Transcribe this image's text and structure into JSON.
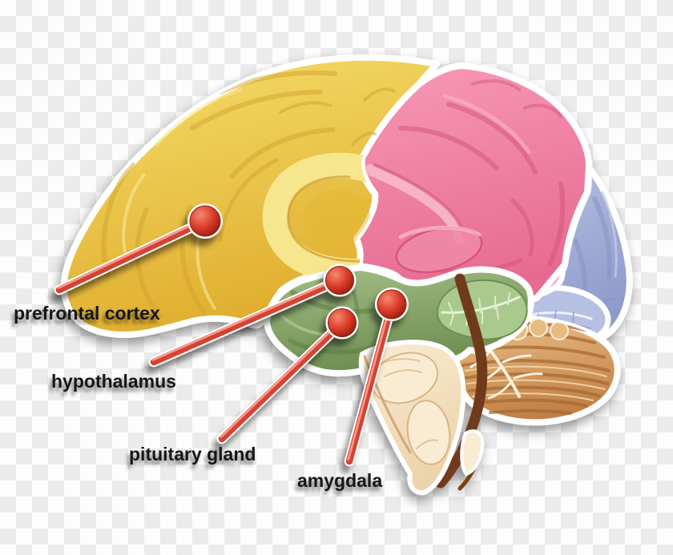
{
  "figure": {
    "type": "anatomical-diagram",
    "subject": "Human brain, midsagittal section, color-coded regions with callout markers"
  },
  "labels": {
    "prefrontal_cortex": "prefrontal cortex",
    "hypothalamus": "hypothalamus",
    "pituitary_gland": "pituitary gland",
    "amygdala": "amygdala"
  },
  "regions": [
    {
      "name": "prefrontal-cortex-region",
      "color_light": "#f5dd6b",
      "color_dark": "#e0ae2e"
    },
    {
      "name": "parietal-limbic-region",
      "color_light": "#f79ab6",
      "color_dark": "#e76b92"
    },
    {
      "name": "occipital-region",
      "color_light": "#b6c0e2",
      "color_dark": "#8e9aca"
    },
    {
      "name": "hypothalamus-midbrain-region",
      "color_light": "#a3bf85",
      "color_dark": "#6d8d51",
      "color_leaf": "#a9c98e"
    },
    {
      "name": "cerebellum",
      "color_light": "#ecc189",
      "color_dark": "#c08045"
    },
    {
      "name": "brainstem-pons",
      "color_light": "#f9ecd3",
      "color_dark": "#ecd3ab"
    }
  ],
  "marker": {
    "dot_light": "#f5896f",
    "dot_mid": "#d93a28",
    "dot_dark": "#8f1a0d",
    "line": "#d64231",
    "line_highlight": "#f59a8d",
    "outline": "#ffffff"
  },
  "background": {
    "checker_light": "#fdfdfd",
    "checker_dark": "#ebebeb"
  }
}
